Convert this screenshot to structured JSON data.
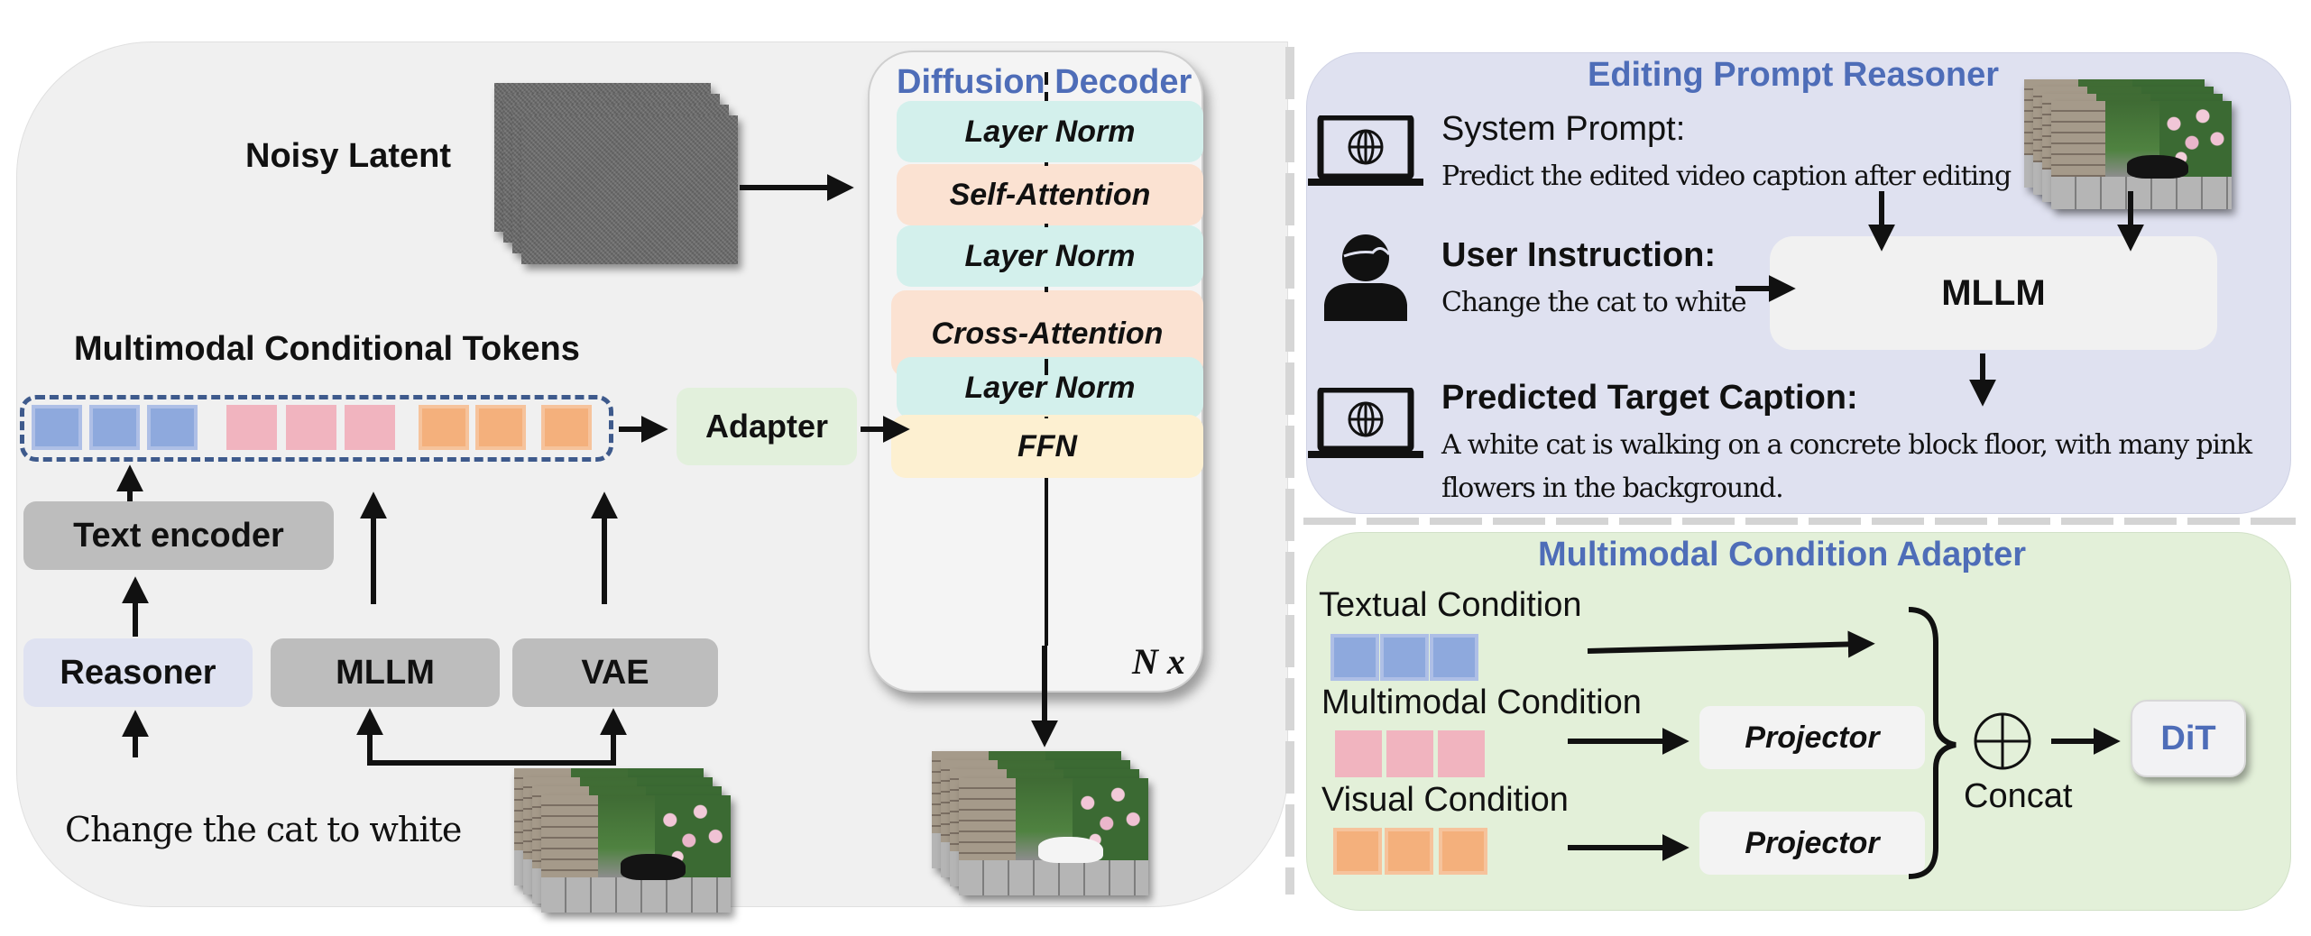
{
  "left": {
    "noisy_latent_label": "Noisy Latent",
    "tokens_label": "Multimodal Conditional Tokens",
    "token_groups": [
      {
        "kind": "text",
        "count": 3,
        "color": "#8ea9dd"
      },
      {
        "kind": "multimodal",
        "count": 3,
        "color": "#f1b4bf"
      },
      {
        "kind": "visual",
        "count": 3,
        "color": "#f4b07c"
      }
    ],
    "adapter_label": "Adapter",
    "text_encoder_label": "Text encoder",
    "reasoner_label": "Reasoner",
    "mllm_label": "MLLM",
    "vae_label": "VAE",
    "instruction_text": "Change the cat to white",
    "input_video_alt": "Input video frames: black cat walking",
    "output_video_alt": "Output video frames: white cat walking"
  },
  "decoder": {
    "title": "Diffusion Decoder",
    "layers": [
      {
        "label": "Layer Norm",
        "type": "norm"
      },
      {
        "label": "Self-Attention",
        "type": "attention"
      },
      {
        "label": "Layer Norm",
        "type": "norm"
      },
      {
        "label": "Cross-Attention",
        "type": "attention"
      },
      {
        "label": "Layer Norm",
        "type": "norm"
      },
      {
        "label": "FFN",
        "type": "ffn"
      }
    ],
    "repeat_label": "N x"
  },
  "reasoner_panel": {
    "title": "Editing Prompt Reasoner",
    "system_prompt_label": "System Prompt:",
    "system_prompt_text": "Predict the edited video caption after editing",
    "user_instruction_label": "User Instruction:",
    "user_instruction_text": "Change the cat to white",
    "mllm_label": "MLLM",
    "predicted_caption_label": "Predicted Target Caption:",
    "predicted_caption_line1": "A white cat is walking on a concrete block floor, with many pink",
    "predicted_caption_line2": "flowers in the background.",
    "video_alt": "Input video frames: black cat walking"
  },
  "adapter_panel": {
    "title": "Multimodal Condition Adapter",
    "textual_label": "Textual Condition",
    "multimodal_label": "Multimodal Condition",
    "visual_label": "Visual Condition",
    "projector_label": "Projector",
    "concat_label": "Concat",
    "dit_label": "DiT"
  },
  "colors": {
    "accent_blue": "#4e6db8",
    "text_token": "#8ea9dd",
    "multimodal_token": "#f1b4bf",
    "visual_token": "#f4b07c",
    "layer_norm": "#d3f0ec",
    "attention": "#fbe2d2",
    "ffn": "#fdf0d1",
    "reasoner_panel_bg": "#dfe1f0",
    "adapter_panel_bg": "#e3f0d9"
  }
}
